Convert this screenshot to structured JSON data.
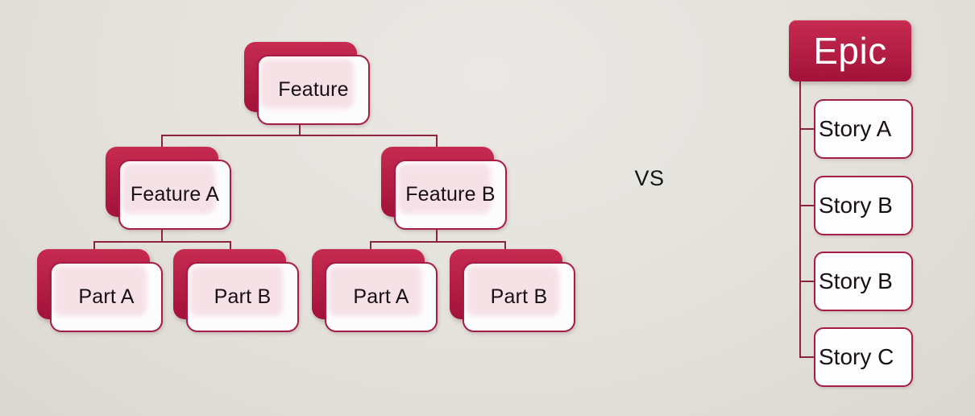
{
  "vs_label": "VS",
  "hierarchy": {
    "root": "Feature",
    "level1": [
      "Feature A",
      "Feature B"
    ],
    "level2": [
      "Part A",
      "Part B",
      "Part A",
      "Part B"
    ]
  },
  "epic": {
    "title": "Epic",
    "stories": [
      "Story A",
      "Story B",
      "Story B",
      "Story C"
    ]
  },
  "colors": {
    "accent_top": "#c62b51",
    "accent_bottom": "#a31239",
    "accent_border": "#a51c44",
    "tile_pink": "#f6e1e7",
    "line_color": "#8e2340"
  }
}
